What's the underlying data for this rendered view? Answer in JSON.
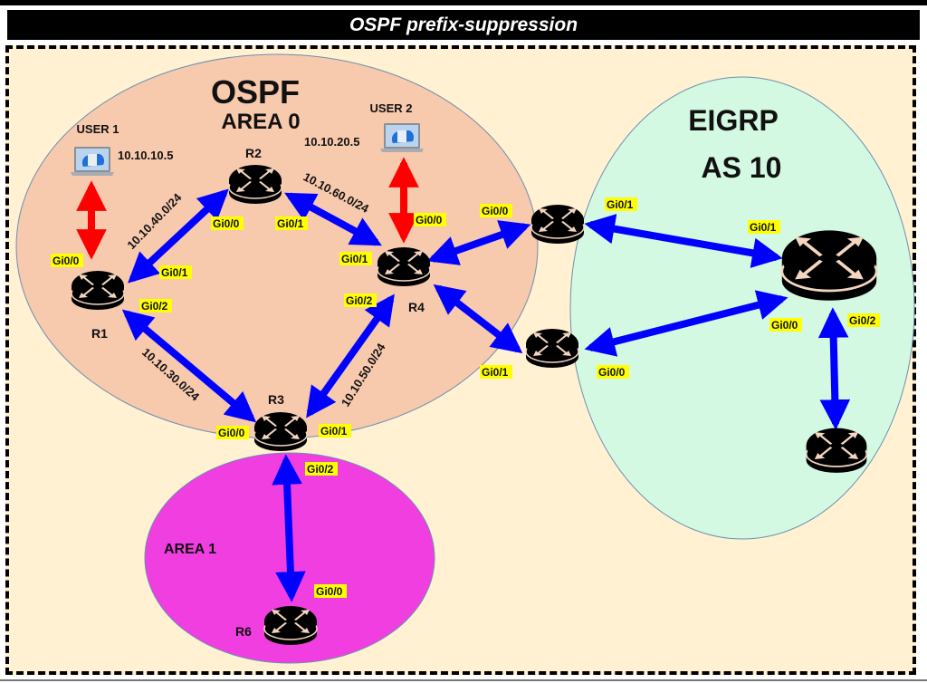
{
  "title": "OSPF prefix-suppression",
  "colors": {
    "background": "#fff1d1",
    "area0_fill": "#f7c9ad",
    "area1_fill": "#f03ee0",
    "eigrp_fill": "#d4f9e2",
    "link_ospf": "#0000ff",
    "link_user": "#ff0000",
    "interface_highlight": "#ffff00"
  },
  "regions": {
    "area0": {
      "title": "OSPF",
      "subtitle": "AREA 0"
    },
    "area1": {
      "title": "AREA 1"
    },
    "eigrp": {
      "title": "EIGRP",
      "subtitle": "AS 10"
    }
  },
  "hosts": {
    "user1": {
      "name": "USER 1",
      "ip": "10.10.10.5"
    },
    "user2": {
      "name": "USER 2",
      "ip": "10.10.20.5"
    }
  },
  "routers": {
    "r1": {
      "name": "R1"
    },
    "r2": {
      "name": "R2"
    },
    "r3": {
      "name": "R3"
    },
    "r4": {
      "name": "R4"
    },
    "r6": {
      "name": "R6"
    },
    "e1": {
      "name": ""
    },
    "e2": {
      "name": ""
    },
    "e3": {
      "name": ""
    },
    "e4": {
      "name": ""
    }
  },
  "subnets": {
    "r1_r2": "10.10.40.0/24",
    "r2_r4": "10.10.60.0/24",
    "r1_r3": "10.10.30.0/24",
    "r3_r4": "10.10.50.0/24"
  },
  "interfaces": {
    "r1_gi00": "Gi0/0",
    "r1_gi01": "Gi0/1",
    "r1_gi02": "Gi0/2",
    "r2_gi00": "Gi0/0",
    "r2_gi01": "Gi0/1",
    "r4_gi00": "Gi0/0",
    "r4_gi01": "Gi0/1",
    "r4_gi02": "Gi0/2",
    "r3_gi00": "Gi0/0",
    "r3_gi01": "Gi0/1",
    "r3_gi02": "Gi0/2",
    "r6_gi00": "Gi0/0",
    "e1_gi00": "Gi0/0",
    "e1_gi01": "Gi0/1",
    "e2_gi01": "Gi0/1",
    "e2_gi00": "Gi0/0",
    "e3_gi01": "Gi0/1",
    "e3_gi00": "Gi0/0",
    "e3_gi02": "Gi0/2"
  }
}
